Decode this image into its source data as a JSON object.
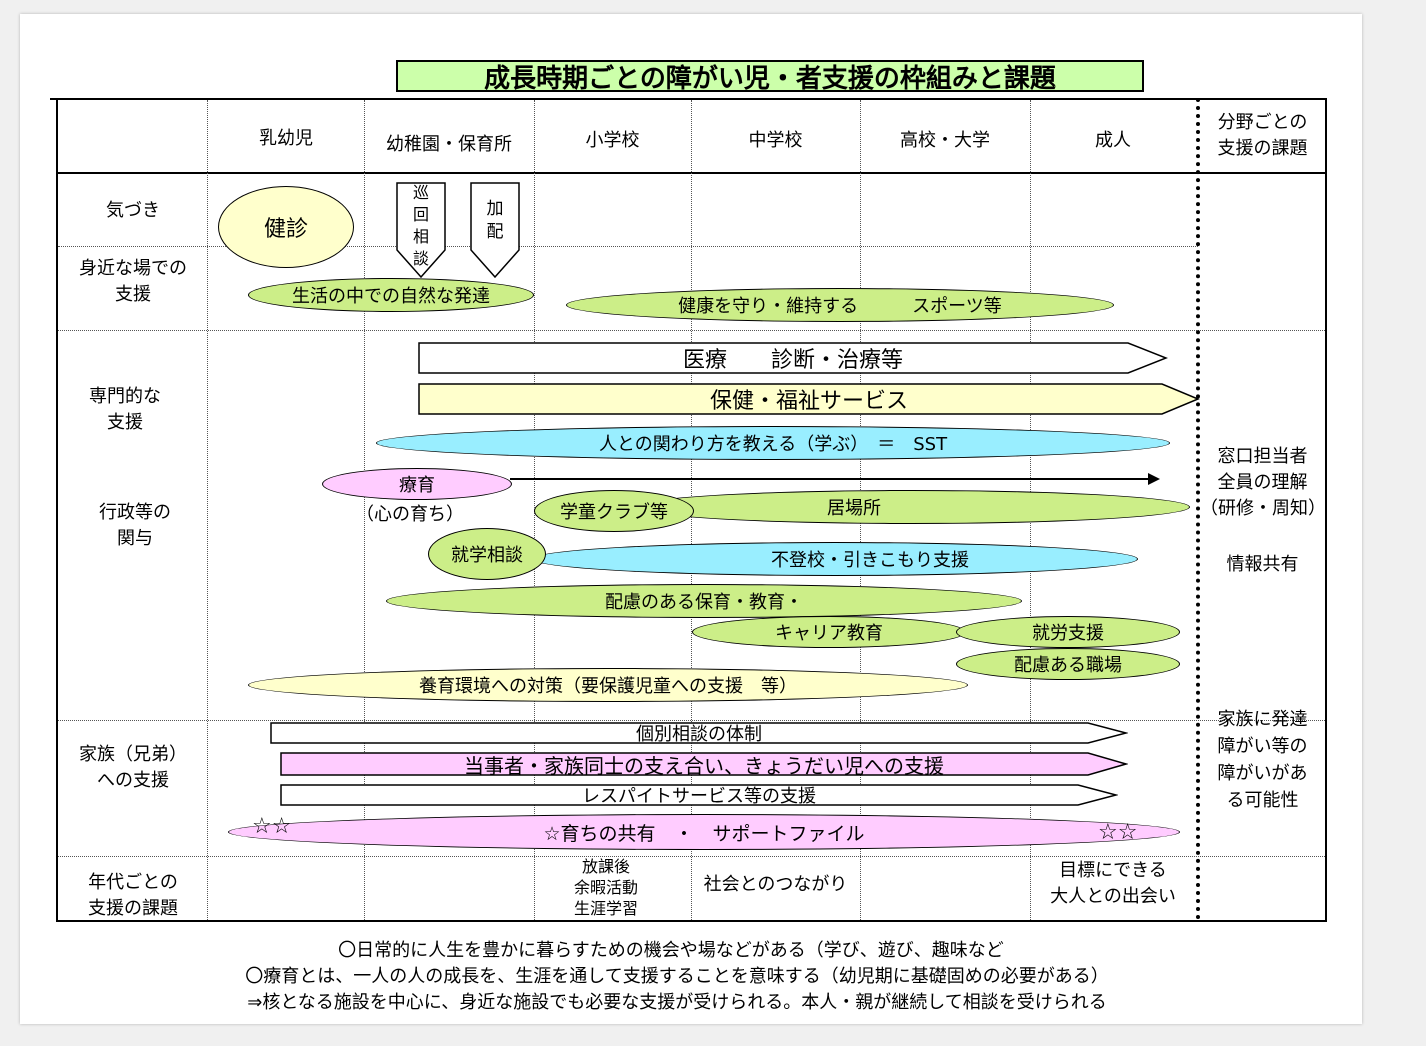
{
  "title": "成長時期ごとの障がい児・者支援の枠組みと課題",
  "stages": [
    "乳幼児",
    "幼稚園・保育所",
    "小学校",
    "中学校",
    "高校・大学",
    "成人"
  ],
  "side_header": [
    "分野ごとの",
    "支援の課題"
  ],
  "row_labels": {
    "awareness": "気づき",
    "nearby": [
      "身近な場での",
      "支援"
    ],
    "specialized": [
      "専門的な",
      "支援"
    ],
    "administrative": [
      "行政等の",
      "関与"
    ],
    "family": [
      "家族（兄弟）",
      "への支援"
    ],
    "age_tasks": [
      "年代ごとの",
      "支援の課題"
    ]
  },
  "items": {
    "kenshin": "健診",
    "junkai": [
      "巡",
      "回",
      "相",
      "談"
    ],
    "kahai": [
      "加",
      "配"
    ],
    "natural_growth": "生活の中での自然な発達",
    "health_sports": "健康を守り・維持する　　　スポーツ等",
    "medical": "医療　　診断・治療等",
    "welfare": "保健・福祉サービス",
    "sst": "人との関わり方を教える（学ぶ）　＝　SST",
    "ryoiku": "療育",
    "ryoiku_sub": "（心の育ち）",
    "gakudo": "学童クラブ等",
    "ibasho": "居場所",
    "shugaku": "就学相談",
    "futoko": "不登校・引きこもり支援",
    "hairyo_edu": "配慮のある保育・教育・",
    "career": "キャリア教育",
    "shuro": "就労支援",
    "hairyo_work": "配慮ある職場",
    "yoiku": "養育環境への対策（要保護児童への支援　等）",
    "kobetsu": "個別相談の体制",
    "tojisha": "当事者・家族同士の支え合い、きょうだい児への支援",
    "respite": "レスパイトサービス等の支援",
    "sodachi": "☆育ちの共有　・　サポートファイル",
    "stars_left": "☆☆",
    "stars_right": "☆☆"
  },
  "side_notes": {
    "staff": [
      "窓口担当者",
      "全員の理解",
      "（研修・周知）"
    ],
    "info": "情報共有",
    "family": [
      "家族に発達",
      "障がい等の",
      "障がいがあ",
      "る可能性"
    ]
  },
  "age_tasks": {
    "school": [
      "放課後",
      "余暇活動",
      "生涯学習"
    ],
    "middle": "社会とのつながり",
    "adult": [
      "目標にできる",
      "大人との出会い"
    ]
  },
  "notes": [
    "〇日常的に人生を豊かに暮らすための機会や場などがある（学び、遊び、趣味など",
    "〇療育とは、一人の人の成長を、生涯を通して支援することを意味する（幼児期に基礎固めの必要がある）",
    "⇒核となる施設を中心に、身近な施設でも必要な支援が受けられる。本人・親が継続して相談を受けられる"
  ],
  "colors": {
    "title_bg": "#ccffaa",
    "yellow": "#ffffcc",
    "green": "#ccee88",
    "cyan": "#99eeff",
    "pink": "#ffccff"
  }
}
